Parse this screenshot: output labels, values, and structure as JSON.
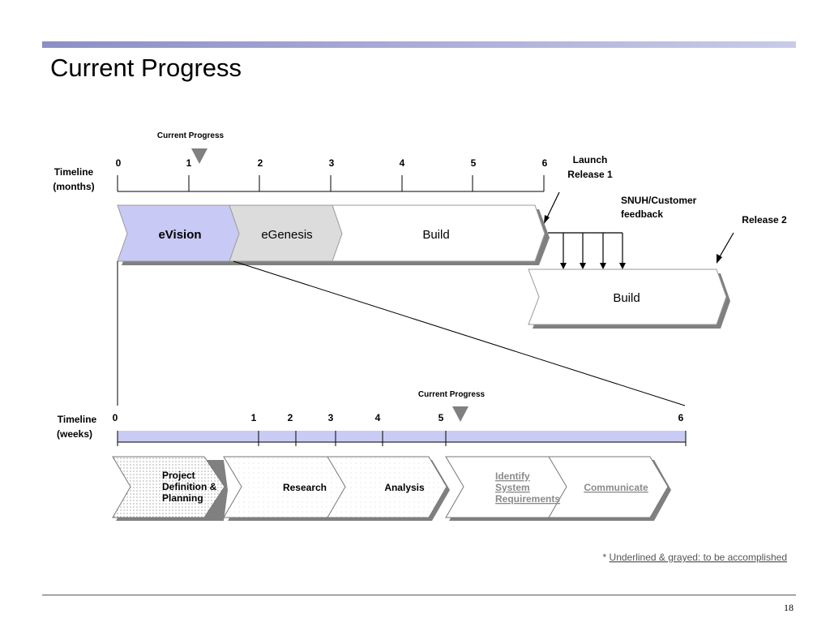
{
  "slide": {
    "title": "Current Progress",
    "page_number": "18"
  },
  "months": {
    "label_line1": "Timeline",
    "label_line2": "(months)",
    "ticks": [
      "0",
      "1",
      "2",
      "3",
      "4",
      "5",
      "6"
    ],
    "current_progress_label": "Current Progress",
    "phases": [
      "eVision",
      "eGenesis",
      "Build"
    ],
    "launch_line1": "Launch",
    "launch_line2": "Release 1",
    "feedback_line1": "SNUH/Customer",
    "feedback_line2": "feedback",
    "release2_label": "Release 2",
    "release2_phase": "Build"
  },
  "weeks": {
    "label_line1": "Timeline",
    "label_line2": "(weeks)",
    "ticks": [
      "0",
      "1",
      "2",
      "3",
      "4",
      "5",
      "6"
    ],
    "current_progress_label": "Current Progress",
    "phases": {
      "project_line1": "Project",
      "project_line2": "Definition &",
      "project_line3": "Planning",
      "research": "Research",
      "analysis": "Analysis",
      "identify_line1": "Identify",
      "identify_line2": "System",
      "identify_line3": "Requirements",
      "communicate": "Communicate"
    }
  },
  "footnote": {
    "star": "* ",
    "text": "Underlined & grayed: to be accomplished"
  },
  "colors": {
    "evision_fill": "#c9c9f5",
    "egenesis_fill": "#dcdcdc",
    "weeks_bar": "#c9cbf4",
    "grayed_text": "#8a8a8a",
    "shadow": "#808080"
  }
}
